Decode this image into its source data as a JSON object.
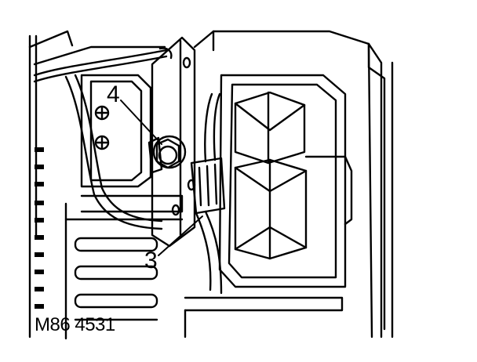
{
  "figure": {
    "code": "M86 4531"
  },
  "callouts": {
    "a": "4",
    "b": "3"
  },
  "colors": {
    "line": "#000000",
    "background": "#ffffff"
  }
}
